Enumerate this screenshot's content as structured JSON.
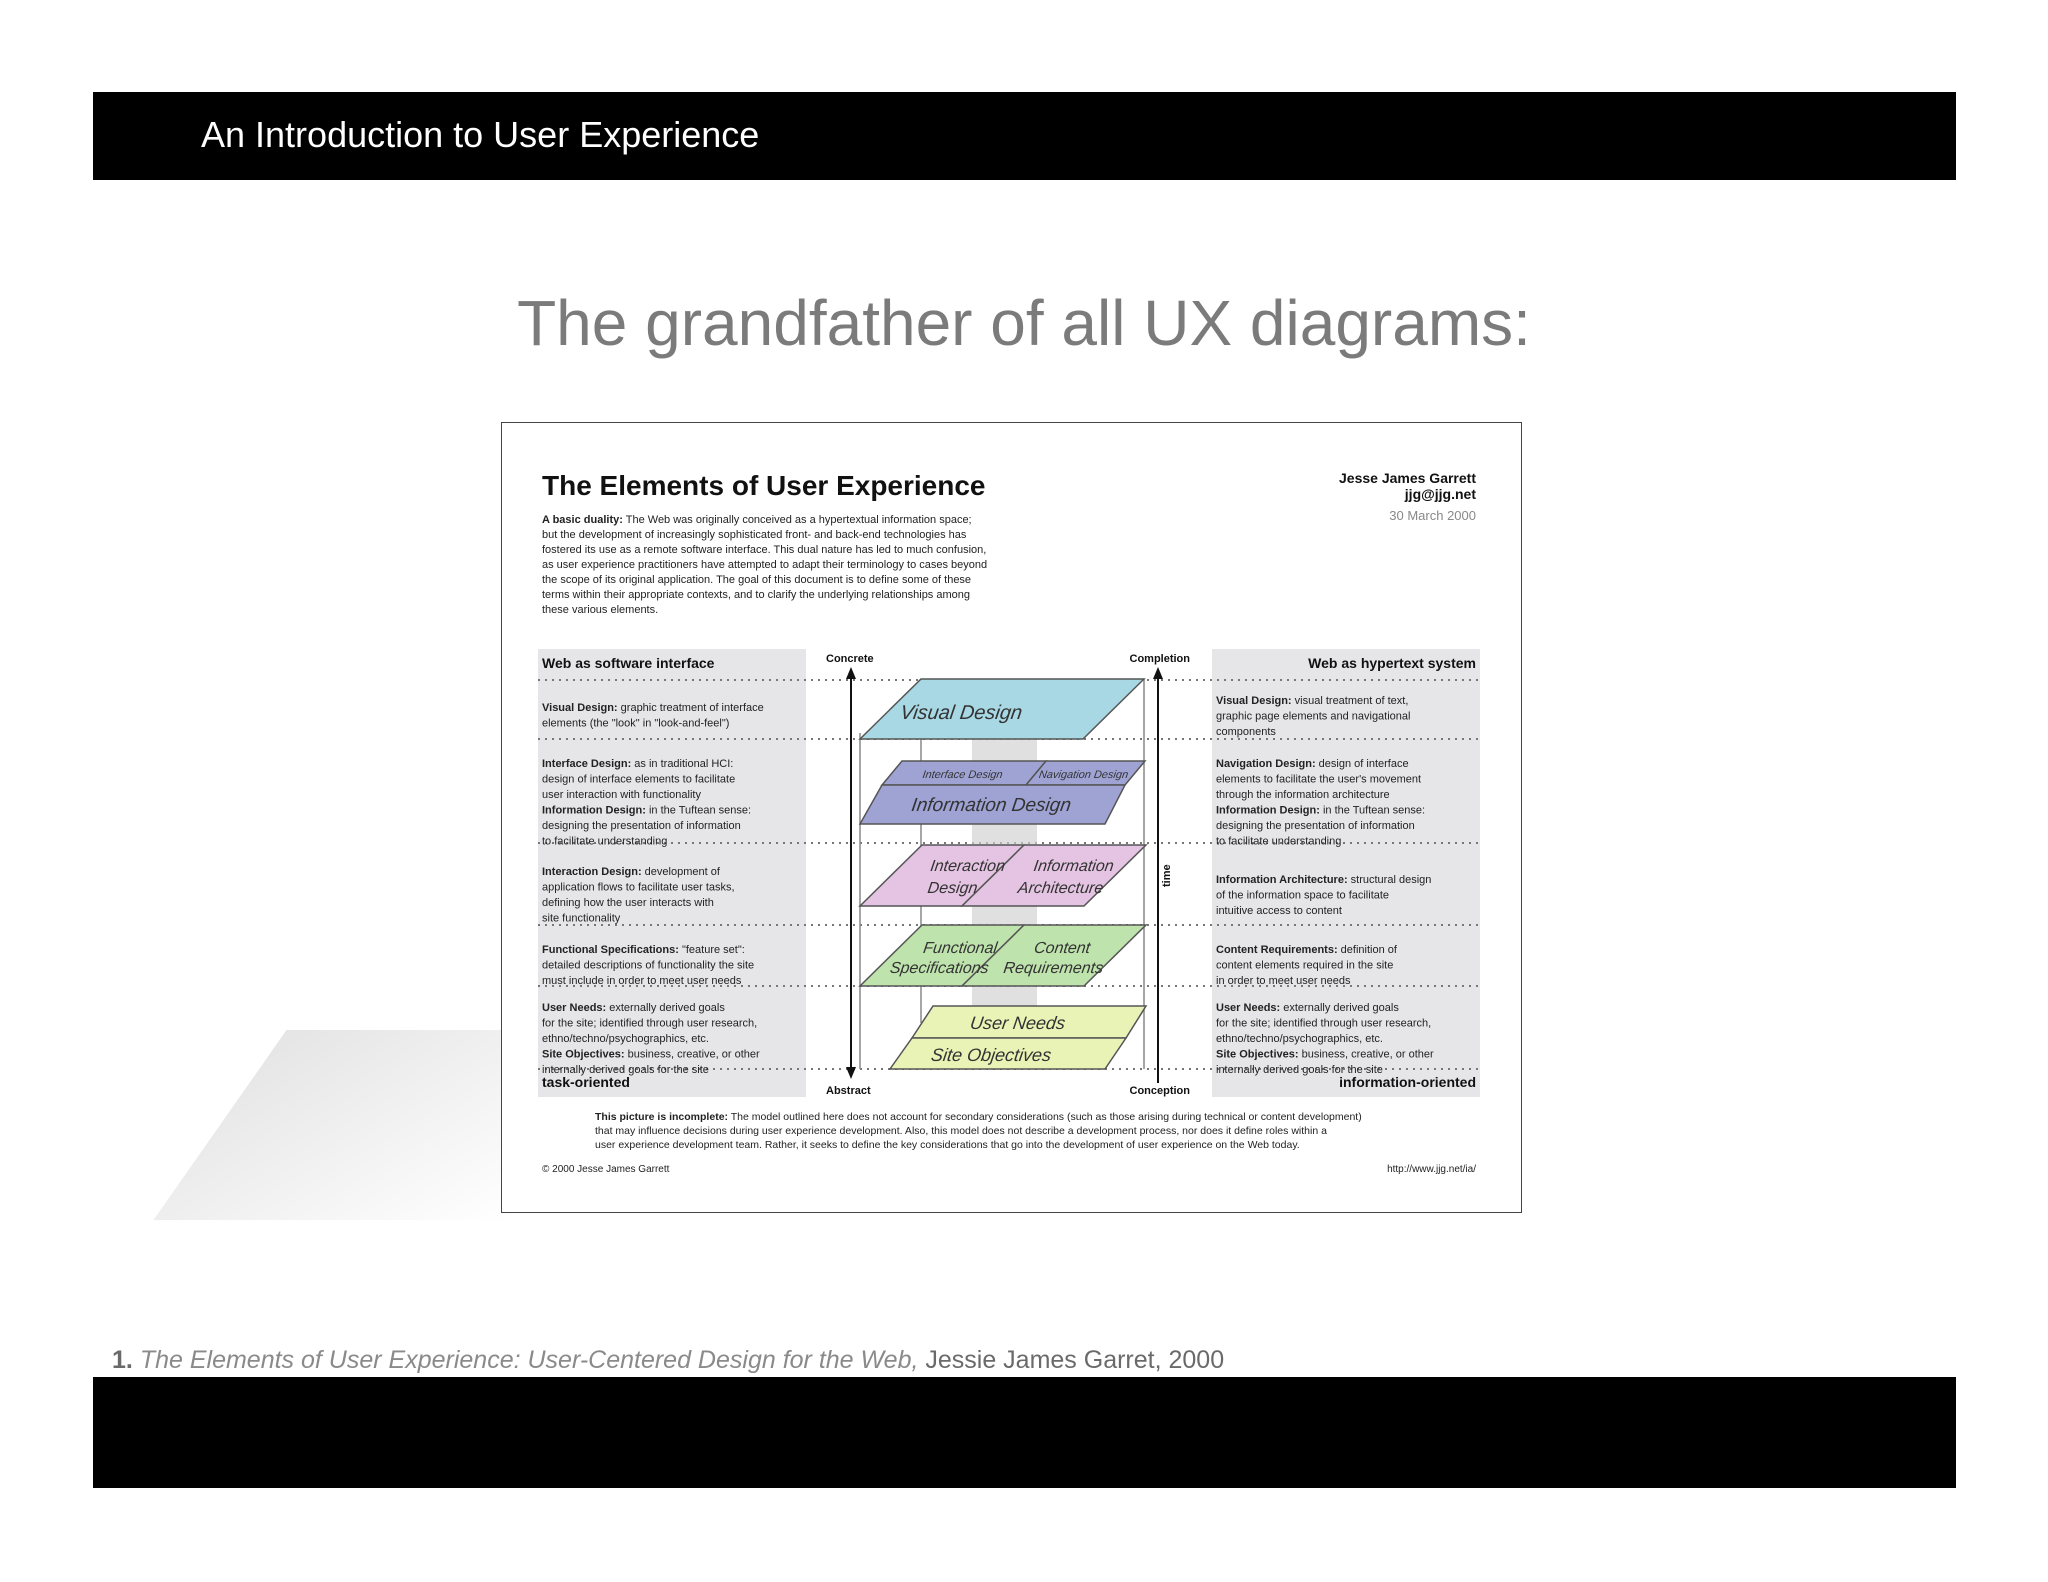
{
  "header": {
    "title": "An Introduction to User Experience"
  },
  "slide": {
    "heading": "The grandfather of all UX diagrams:"
  },
  "figure": {
    "title": "The Elements of User Experience",
    "author": "Jesse James Garrett",
    "email": "jjg@jjg.net",
    "date": "30 March 2000",
    "intro_label": "A basic duality:",
    "intro_lines": [
      " The Web was originally conceived as a hypertextual information space;",
      "but the development of increasingly sophisticated front- and back-end technologies has",
      "fostered its use as a remote software interface. This dual nature has led to much confusion,",
      "as user experience practitioners have attempted to adapt their terminology to cases beyond",
      "the scope of its original application. The goal of this document is to define some of these",
      "terms within their appropriate contexts, and to clarify the underlying relationships among",
      "these various elements."
    ],
    "left_header": "Web as software interface",
    "right_header": "Web as hypertext system",
    "left_footer": "task-oriented",
    "right_footer": "information-oriented",
    "axis": {
      "concrete": "Concrete",
      "abstract": "Abstract",
      "completion": "Completion",
      "conception": "Conception",
      "time": "time"
    },
    "planes": {
      "visual": "Visual Design",
      "interface": "Interface Design",
      "navigation": "Navigation Design",
      "information_design": "Information Design",
      "interaction_1": "Interaction",
      "interaction_2": "Design",
      "info_arch_1": "Information",
      "info_arch_2": "Architecture",
      "functional_1": "Functional",
      "functional_2": "Specifications",
      "content_1": "Content",
      "content_2": "Requirements",
      "user_needs": "User Needs",
      "site_objectives": "Site Objectives"
    },
    "left_blocks": [
      [
        [
          "Visual Design:",
          " graphic treatment of interface"
        ],
        [
          "",
          "elements (the \"look\" in \"look-and-feel\")"
        ]
      ],
      [
        [
          "Interface Design:",
          " as in traditional HCI:"
        ],
        [
          "",
          "design of interface elements to facilitate"
        ],
        [
          "",
          "user interaction with functionality"
        ],
        [
          "Information Design:",
          " in the Tuftean sense:"
        ],
        [
          "",
          "designing the presentation of information"
        ],
        [
          "",
          "to facilitate understanding"
        ]
      ],
      [
        [
          "Interaction Design:",
          " development of"
        ],
        [
          "",
          "application flows to facilitate user tasks,"
        ],
        [
          "",
          "defining how the user interacts with"
        ],
        [
          "",
          "site functionality"
        ]
      ],
      [
        [
          "Functional Specifications:",
          " \"feature set\":"
        ],
        [
          "",
          "detailed descriptions of functionality the site"
        ],
        [
          "",
          "must include in order to meet user needs"
        ]
      ],
      [
        [
          "User Needs:",
          " externally derived goals"
        ],
        [
          "",
          "for the site; identified through user research,"
        ],
        [
          "",
          "ethno/techno/psychographics, etc."
        ],
        [
          "Site Objectives:",
          " business, creative, or other"
        ],
        [
          "",
          "internally derived goals for the site"
        ]
      ]
    ],
    "right_blocks": [
      [
        [
          "Visual Design:",
          " visual treatment of text,"
        ],
        [
          "",
          "graphic page elements and navigational"
        ],
        [
          "",
          "components"
        ]
      ],
      [
        [
          "Navigation Design:",
          " design of interface"
        ],
        [
          "",
          "elements to facilitate the user's movement"
        ],
        [
          "",
          "through the information architecture"
        ],
        [
          "Information Design:",
          " in the Tuftean sense:"
        ],
        [
          "",
          "designing the presentation of information"
        ],
        [
          "",
          "to facilitate understanding"
        ]
      ],
      [
        [
          "Information Architecture:",
          " structural design"
        ],
        [
          "",
          "of the information space to facilitate"
        ],
        [
          "",
          "intuitive access to content"
        ]
      ],
      [
        [
          "Content Requirements:",
          " definition of"
        ],
        [
          "",
          "content elements required in the site"
        ],
        [
          "",
          "in order to meet user needs"
        ]
      ],
      [
        [
          "User Needs:",
          " externally derived goals"
        ],
        [
          "",
          "for the site; identified through user research,"
        ],
        [
          "",
          "ethno/techno/psychographics, etc."
        ],
        [
          "Site Objectives:",
          " business, creative, or other"
        ],
        [
          "",
          "internally derived goals for the site"
        ]
      ]
    ],
    "note_label": "This picture is incomplete:",
    "note_lines": [
      " The model outlined here does not account for secondary considerations (such as those arising during technical or content development)",
      "that may influence decisions during user experience development. Also, this model does not describe a development process, nor does it define roles within a",
      "user experience development team. Rather, it seeks to define the key considerations that go into the development of user experience on the Web today."
    ],
    "copyright": "© 2000 Jesse James Garrett",
    "url": "http://www.jjg.net/ia/"
  },
  "footnote": {
    "number": "1.",
    "title": "The Elements of User Experience: User-Centered Design for the Web,",
    "rest": " Jessie James Garret, 2000"
  }
}
